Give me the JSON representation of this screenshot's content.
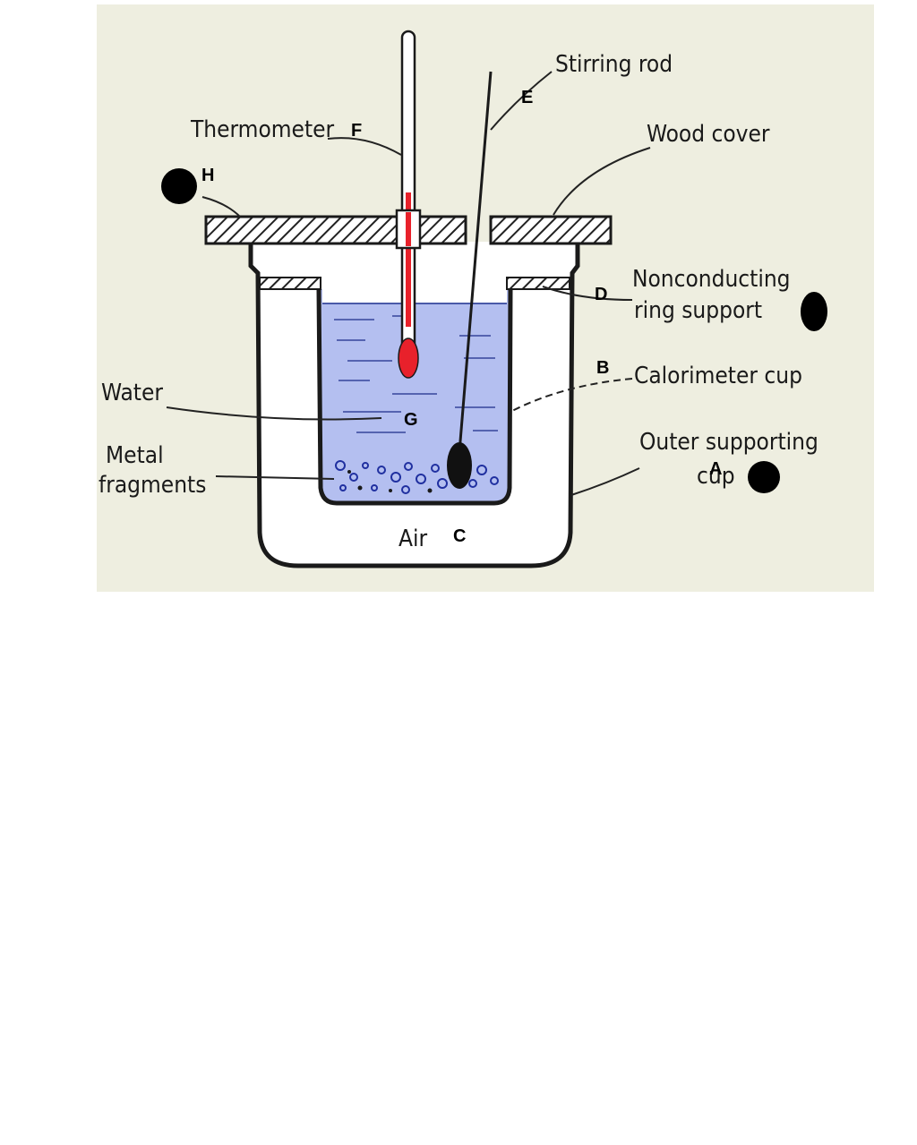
{
  "diagram": {
    "parts": {
      "thermometer": "Thermometer",
      "stirring_rod": "Stirring rod",
      "wood_cover": "Wood cover",
      "ring_support_line1": "Nonconducting",
      "ring_support_line2": "ring support",
      "calorimeter_cup": "Calorimeter cup",
      "outer_cup_line1": "Outer supporting",
      "outer_cup_line2": "cup",
      "water": "Water",
      "metal_line1": "Metal",
      "metal_line2": "fragments",
      "air": "Air"
    },
    "letters": {
      "a": "A",
      "b": "B",
      "c": "C",
      "d": "D",
      "e": "E",
      "f": "F",
      "g": "G",
      "h": "H"
    },
    "colors": {
      "background": "#eeeee0",
      "water": "#b4bff0",
      "mercury": "#e8212b",
      "outline": "#1a1a1a"
    }
  }
}
